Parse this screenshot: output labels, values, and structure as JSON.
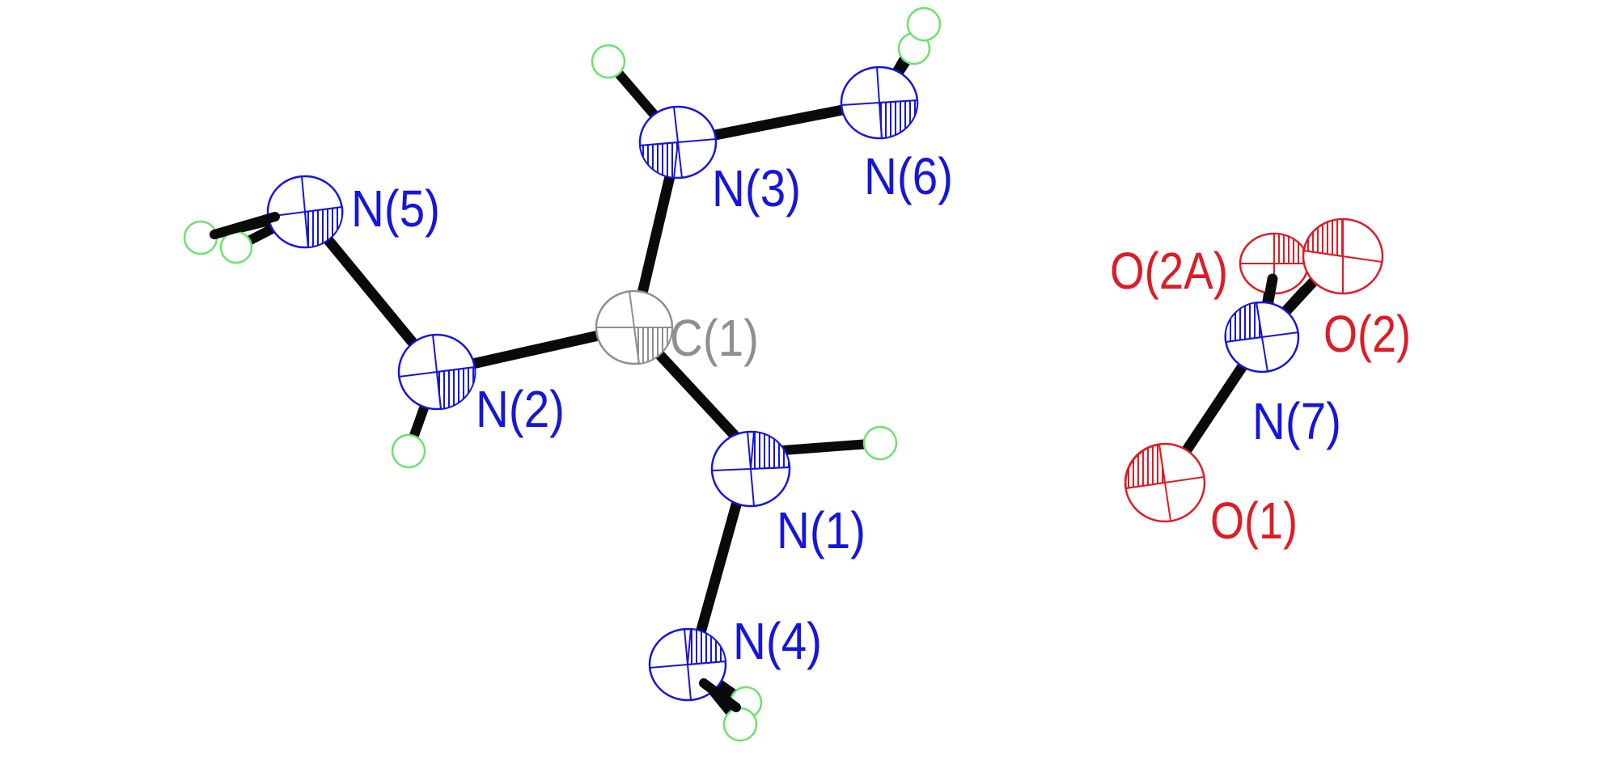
{
  "colors": {
    "background": "#ffffff",
    "bond": "#0a0a0a",
    "nitrogen": "#1515dd",
    "carbon": "#8f8f8f",
    "oxygen": "#e01b24",
    "hydrogen": "#6be36b"
  },
  "atoms": {
    "C1": {
      "label": "C(1)",
      "element": "carbon"
    },
    "N1": {
      "label": "N(1)",
      "element": "nitrogen"
    },
    "N2": {
      "label": "N(2)",
      "element": "nitrogen"
    },
    "N3": {
      "label": "N(3)",
      "element": "nitrogen"
    },
    "N4": {
      "label": "N(4)",
      "element": "nitrogen"
    },
    "N5": {
      "label": "N(5)",
      "element": "nitrogen"
    },
    "N6": {
      "label": "N(6)",
      "element": "nitrogen"
    },
    "N7": {
      "label": "N(7)",
      "element": "nitrogen"
    },
    "O1": {
      "label": "O(1)",
      "element": "oxygen"
    },
    "O2": {
      "label": "O(2)",
      "element": "oxygen"
    },
    "O2A": {
      "label": "O(2A)",
      "element": "oxygen"
    }
  }
}
